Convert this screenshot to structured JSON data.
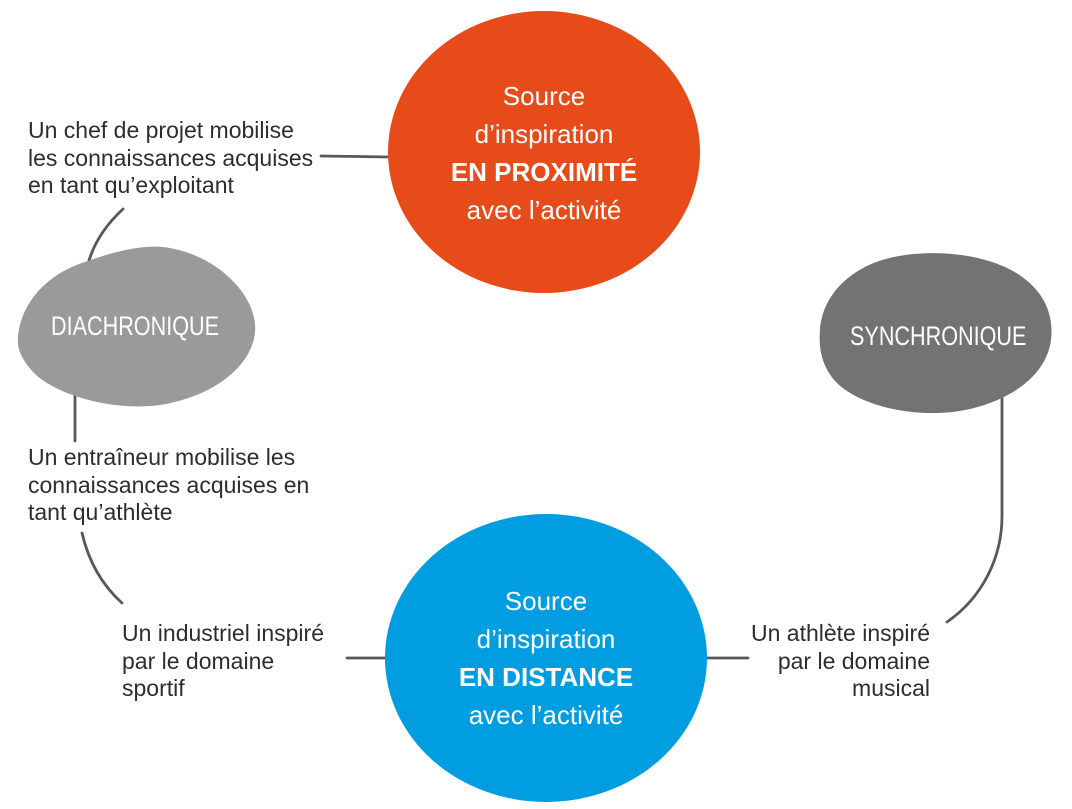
{
  "colors": {
    "connector": "#58585a",
    "text": "#2d2d2d",
    "background": "#ffffff"
  },
  "nodes": {
    "proximity": {
      "lines": [
        "Source",
        "d’inspiration",
        "EN PROXIMITÉ",
        "avec l’activité"
      ],
      "color": "#E64B19",
      "text_color": "#ffffff"
    },
    "distance": {
      "lines": [
        "Source",
        "d’inspiration",
        "EN DISTANCE",
        "avec l’activité"
      ],
      "color": "#009EE0",
      "text_color": "#ffffff"
    },
    "diachronique": {
      "label": "DIACHRONIQUE",
      "color": "#9A9A9A",
      "text_color": "#ffffff"
    },
    "synchronique": {
      "label": "SYNCHRONIQUE",
      "color": "#737373",
      "text_color": "#ffffff"
    }
  },
  "annotations": {
    "chef": {
      "lines": [
        "Un chef de projet mobilise",
        "les connaissances acquises",
        "en tant qu’exploitant"
      ]
    },
    "entraineur": {
      "lines": [
        "Un entraîneur mobilise les",
        "connaissances acquises en",
        "tant qu’athlète"
      ]
    },
    "industriel": {
      "lines": [
        "Un industriel inspiré",
        "par le domaine",
        "sportif"
      ]
    },
    "athlete": {
      "lines": [
        "Un athlète inspiré",
        "par le domaine",
        "musical"
      ]
    }
  }
}
